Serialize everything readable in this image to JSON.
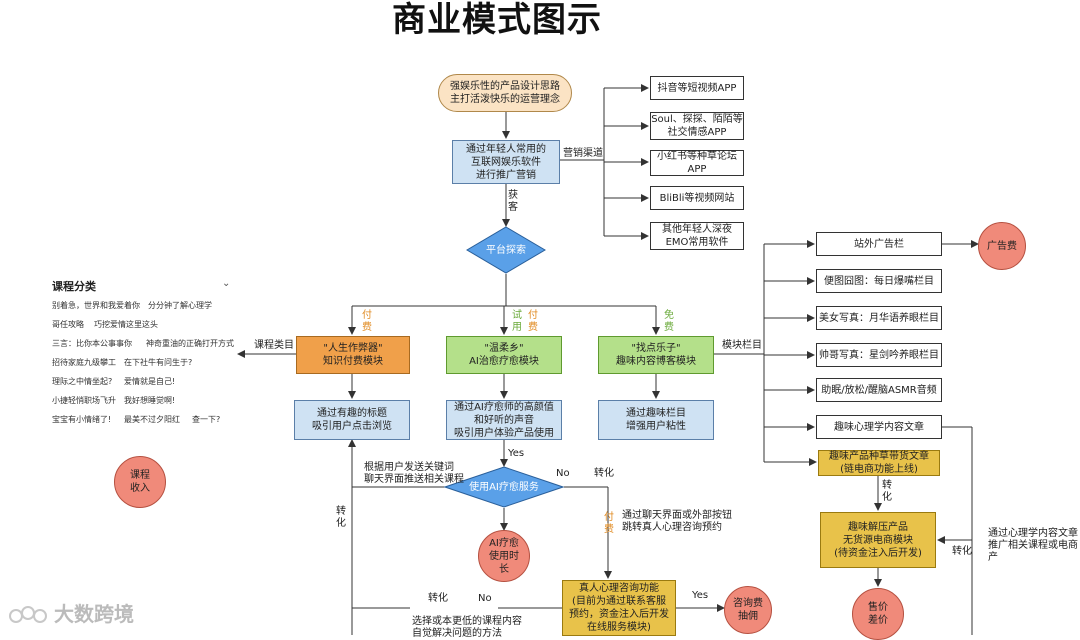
{
  "title": "商业模式图示",
  "nodes": {
    "start": "强娱乐性的产品设计思路\n主打活泼快乐的运营理念",
    "promo": "通过年轻人常用的\n互联网娱乐软件\n进行推广营销",
    "platform": "平台探索",
    "ch1": "抖音等短视频APP",
    "ch2": "Soul、探探、陌陌等\n社交情感APP",
    "ch3": "小红书等种草论坛\nAPP",
    "ch4": "BliBli等视频网站",
    "ch5": "其他年轻人深夜\nEMO常用软件",
    "knowledge": "\"人生作弊器\"\n知识付费模块",
    "healing": "\"温柔乡\"\nAI治愈疗愈模块",
    "fun": "\"找点乐子\"\n趣味内容博客模块",
    "browse": "通过有趣的标题\n吸引用户点击浏览",
    "ai_exp": "通过AI疗愈师的高颜值\n和好听的声音\n吸引用户体验产品使用",
    "engage": "通过趣味栏目\n增强用户粘性",
    "use_ai": "使用AI疗愈服务",
    "ai_time": "AI疗愈\n使用时\n长",
    "real_consult": "真人心理咨询功能\n(目前为通过联系客服\n预约，资金注入后开发\n在线服务模块)",
    "consult_fee": "咨询费\n抽佣",
    "ad_fee": "广告费",
    "course_income": "课程\n收入",
    "sales": "售价\n差价",
    "fun_col": [
      "站外广告栏",
      "便图囧图：每日爆嘴栏目",
      "美女写真：月华语养眼栏目",
      "帅哥写真：星剑吟养眼栏目",
      "助眠/放松/醒脑ASMR音频",
      "趣味心理学内容文章"
    ],
    "seed_article": "趣味产品种草带货文章\n(链电商功能上线)",
    "ecom": "趣味解压产品\n无货源电商模块\n(待资金注入后开发)"
  },
  "labels": {
    "marketing": "营销渠道",
    "acquire": "获\n客",
    "paid1": "付\n费",
    "trial": "试\n用",
    "paid2": "付\n费",
    "free": "免\n费",
    "course_cat": "课程类目",
    "module_col": "模块栏目",
    "yes1": "Yes",
    "no1": "No",
    "convert1": "转化",
    "keyword": "根据用户发送关键词\n聊天界面推送相关课程",
    "convert_left": "转\n化",
    "paid3": "付\n费",
    "jump": "通过聊天界面或外部按钮\n跳转真人心理咨询预约",
    "yes2": "Yes",
    "convert2": "转化",
    "no2": "No",
    "choose": "选择或本更低的课程内容\n自觉解决问题的方法",
    "convert3": "转\n化",
    "convert4": "转化",
    "push_note": "通过心理学内容文章\n推广相关课程或电商产"
  },
  "panel": {
    "title": "课程分类",
    "chevron": "⌄",
    "items": [
      [
        "别着急，世界和我爱着你",
        "分分钟了解心理学"
      ],
      [
        "哥任攻略",
        "巧挖爱情这里这头"
      ],
      [
        "三言：比你本公事事你",
        "神奇重油的正确打开方式"
      ],
      [
        "招待家庭九级攀工",
        "在下社牛有问生于?"
      ],
      [
        "理际之中情坐起?",
        "爱情就是自己!"
      ],
      [
        "小捷轻悄职场飞升",
        "我好想睡觉啊!"
      ],
      [
        "宝宝有小情绪了!",
        "最美不过夕阳红",
        "查一下?"
      ]
    ]
  },
  "watermark": "大数跨境"
}
